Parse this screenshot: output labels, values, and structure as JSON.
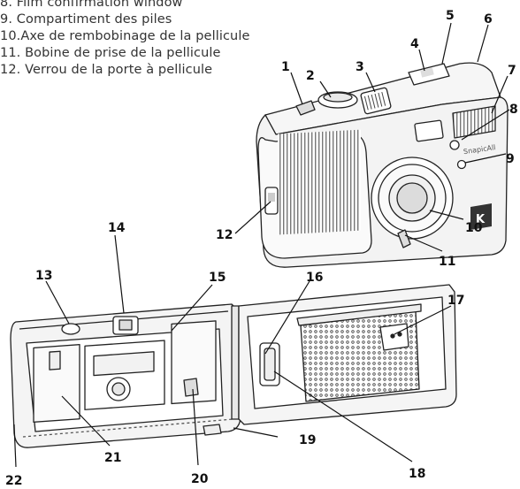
{
  "legend": {
    "items": [
      "8. Film confirmation window",
      "9. Compartiment des piles",
      "10.Axe de rembobinage de la pellicule",
      "11. Bobine de prise de la pellicule",
      "12. Verrou de la porte à pellicule"
    ]
  },
  "callouts": [
    "1",
    "2",
    "3",
    "4",
    "5",
    "6",
    "7",
    "8",
    "9",
    "10",
    "11",
    "12",
    "13",
    "14",
    "15",
    "16",
    "17",
    "18",
    "19",
    "20",
    "21",
    "22"
  ],
  "camera": {
    "brand_mark": "K",
    "model_label": "SnapicAll"
  },
  "colors": {
    "line": "#222222",
    "body": "#f3f3f3",
    "brand": "#333333"
  }
}
